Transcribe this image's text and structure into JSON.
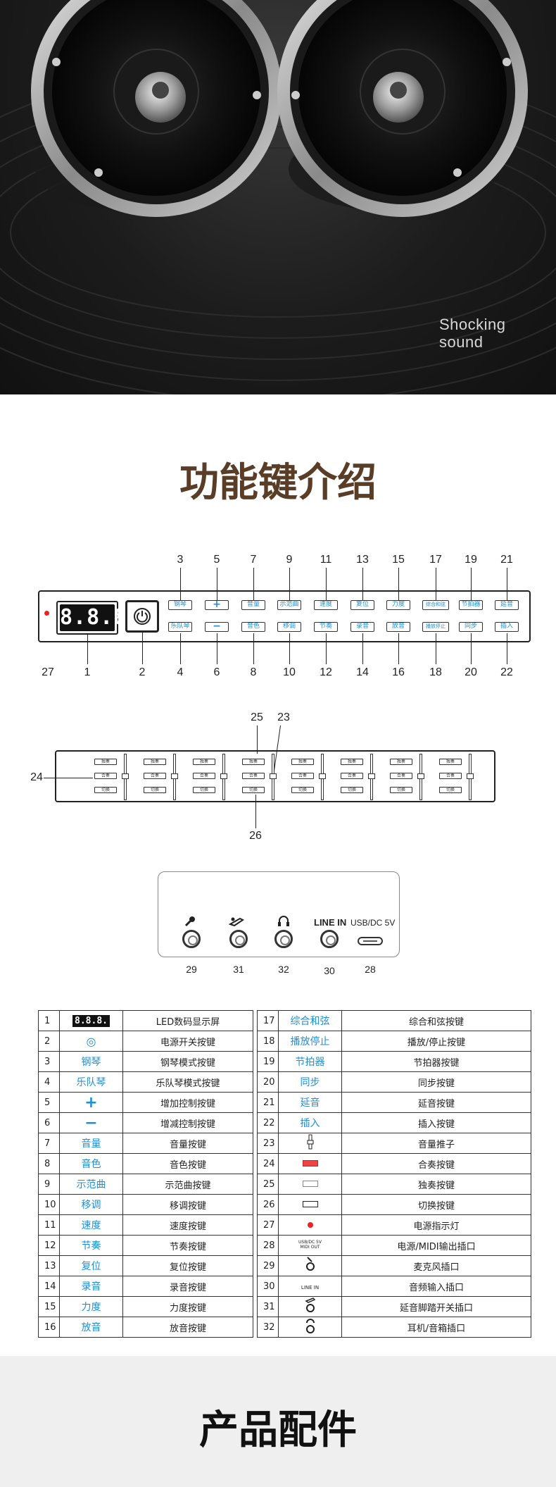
{
  "hero": {
    "tagline": [
      "Shocking",
      "sound"
    ]
  },
  "section1_title": "功能键介绍",
  "section2_title": "产品配件",
  "panel1": {
    "led_display": "8.8.8.",
    "top_numbers": [
      "3",
      "5",
      "7",
      "9",
      "11",
      "13",
      "15",
      "17",
      "19",
      "21"
    ],
    "bottom_numbers": [
      "27",
      "1",
      "2",
      "4",
      "6",
      "8",
      "10",
      "12",
      "14",
      "16",
      "18",
      "20",
      "22"
    ],
    "top_keys": [
      "钢琴",
      "+",
      "音量",
      "示范曲",
      "速度",
      "复位",
      "力度",
      "综合和弦",
      "节拍器",
      "延音"
    ],
    "bottom_keys": [
      "乐队琴",
      "−",
      "音色",
      "移调",
      "节奏",
      "录音",
      "放音",
      "播放停止",
      "同步",
      "插入"
    ]
  },
  "panel2": {
    "numbers": [
      "25",
      "23",
      "24",
      "26"
    ],
    "mix_labels": [
      "独奏",
      "合奏",
      "切换"
    ]
  },
  "panel3": {
    "labels": [
      "LINE IN",
      "USB/DC 5V"
    ],
    "numbers": [
      "29",
      "31",
      "32",
      "30",
      "28"
    ]
  },
  "table": {
    "rows": [
      {
        "l_no": "1",
        "l_sym": "8.8.8.",
        "l_desc": "LED数码显示屏",
        "r_no": "17",
        "r_sym": "综合和弦",
        "r_desc": "综合和弦按键"
      },
      {
        "l_no": "2",
        "l_sym": "◎",
        "l_desc": "电源开关按键",
        "r_no": "18",
        "r_sym": "播放停止",
        "r_desc": "播放/停止按键"
      },
      {
        "l_no": "3",
        "l_sym": "钢琴",
        "l_desc": "钢琴模式按键",
        "r_no": "19",
        "r_sym": "节拍器",
        "r_desc": "节拍器按键"
      },
      {
        "l_no": "4",
        "l_sym": "乐队琴",
        "l_desc": "乐队琴模式按键",
        "r_no": "20",
        "r_sym": "同步",
        "r_desc": "同步按键"
      },
      {
        "l_no": "5",
        "l_sym": "+",
        "l_desc": "增加控制按键",
        "r_no": "21",
        "r_sym": "延音",
        "r_desc": "延音按键"
      },
      {
        "l_no": "6",
        "l_sym": "−",
        "l_desc": "增减控制按键",
        "r_no": "22",
        "r_sym": "插入",
        "r_desc": "插入按键"
      },
      {
        "l_no": "7",
        "l_sym": "音量",
        "l_desc": "音量按键",
        "r_no": "23",
        "r_sym": "",
        "r_desc": "音量推子"
      },
      {
        "l_no": "8",
        "l_sym": "音色",
        "l_desc": "音色按键",
        "r_no": "24",
        "r_sym": "",
        "r_desc": "合奏按键"
      },
      {
        "l_no": "9",
        "l_sym": "示范曲",
        "l_desc": "示范曲按键",
        "r_no": "25",
        "r_sym": "",
        "r_desc": "独奏按键"
      },
      {
        "l_no": "10",
        "l_sym": "移调",
        "l_desc": "移调按键",
        "r_no": "26",
        "r_sym": "",
        "r_desc": "切换按键"
      },
      {
        "l_no": "11",
        "l_sym": "速度",
        "l_desc": "速度按键",
        "r_no": "27",
        "r_sym": "",
        "r_desc": "电源指示灯"
      },
      {
        "l_no": "12",
        "l_sym": "节奏",
        "l_desc": "节奏按键",
        "r_no": "28",
        "r_sym": "USB/DC 5V MIDI OUT",
        "r_desc": "电源/MIDI输出插口"
      },
      {
        "l_no": "13",
        "l_sym": "复位",
        "l_desc": "复位按键",
        "r_no": "29",
        "r_sym": "",
        "r_desc": "麦克风插口"
      },
      {
        "l_no": "14",
        "l_sym": "录音",
        "l_desc": "录音按键",
        "r_no": "30",
        "r_sym": "LINE IN",
        "r_desc": "音频输入插口"
      },
      {
        "l_no": "15",
        "l_sym": "力度",
        "l_desc": "力度按键",
        "r_no": "31",
        "r_sym": "",
        "r_desc": "延音脚踏开关插口"
      },
      {
        "l_no": "16",
        "l_sym": "放音",
        "l_desc": "放音按键",
        "r_no": "32",
        "r_sym": "",
        "r_desc": "耳机/音箱插口"
      }
    ]
  }
}
